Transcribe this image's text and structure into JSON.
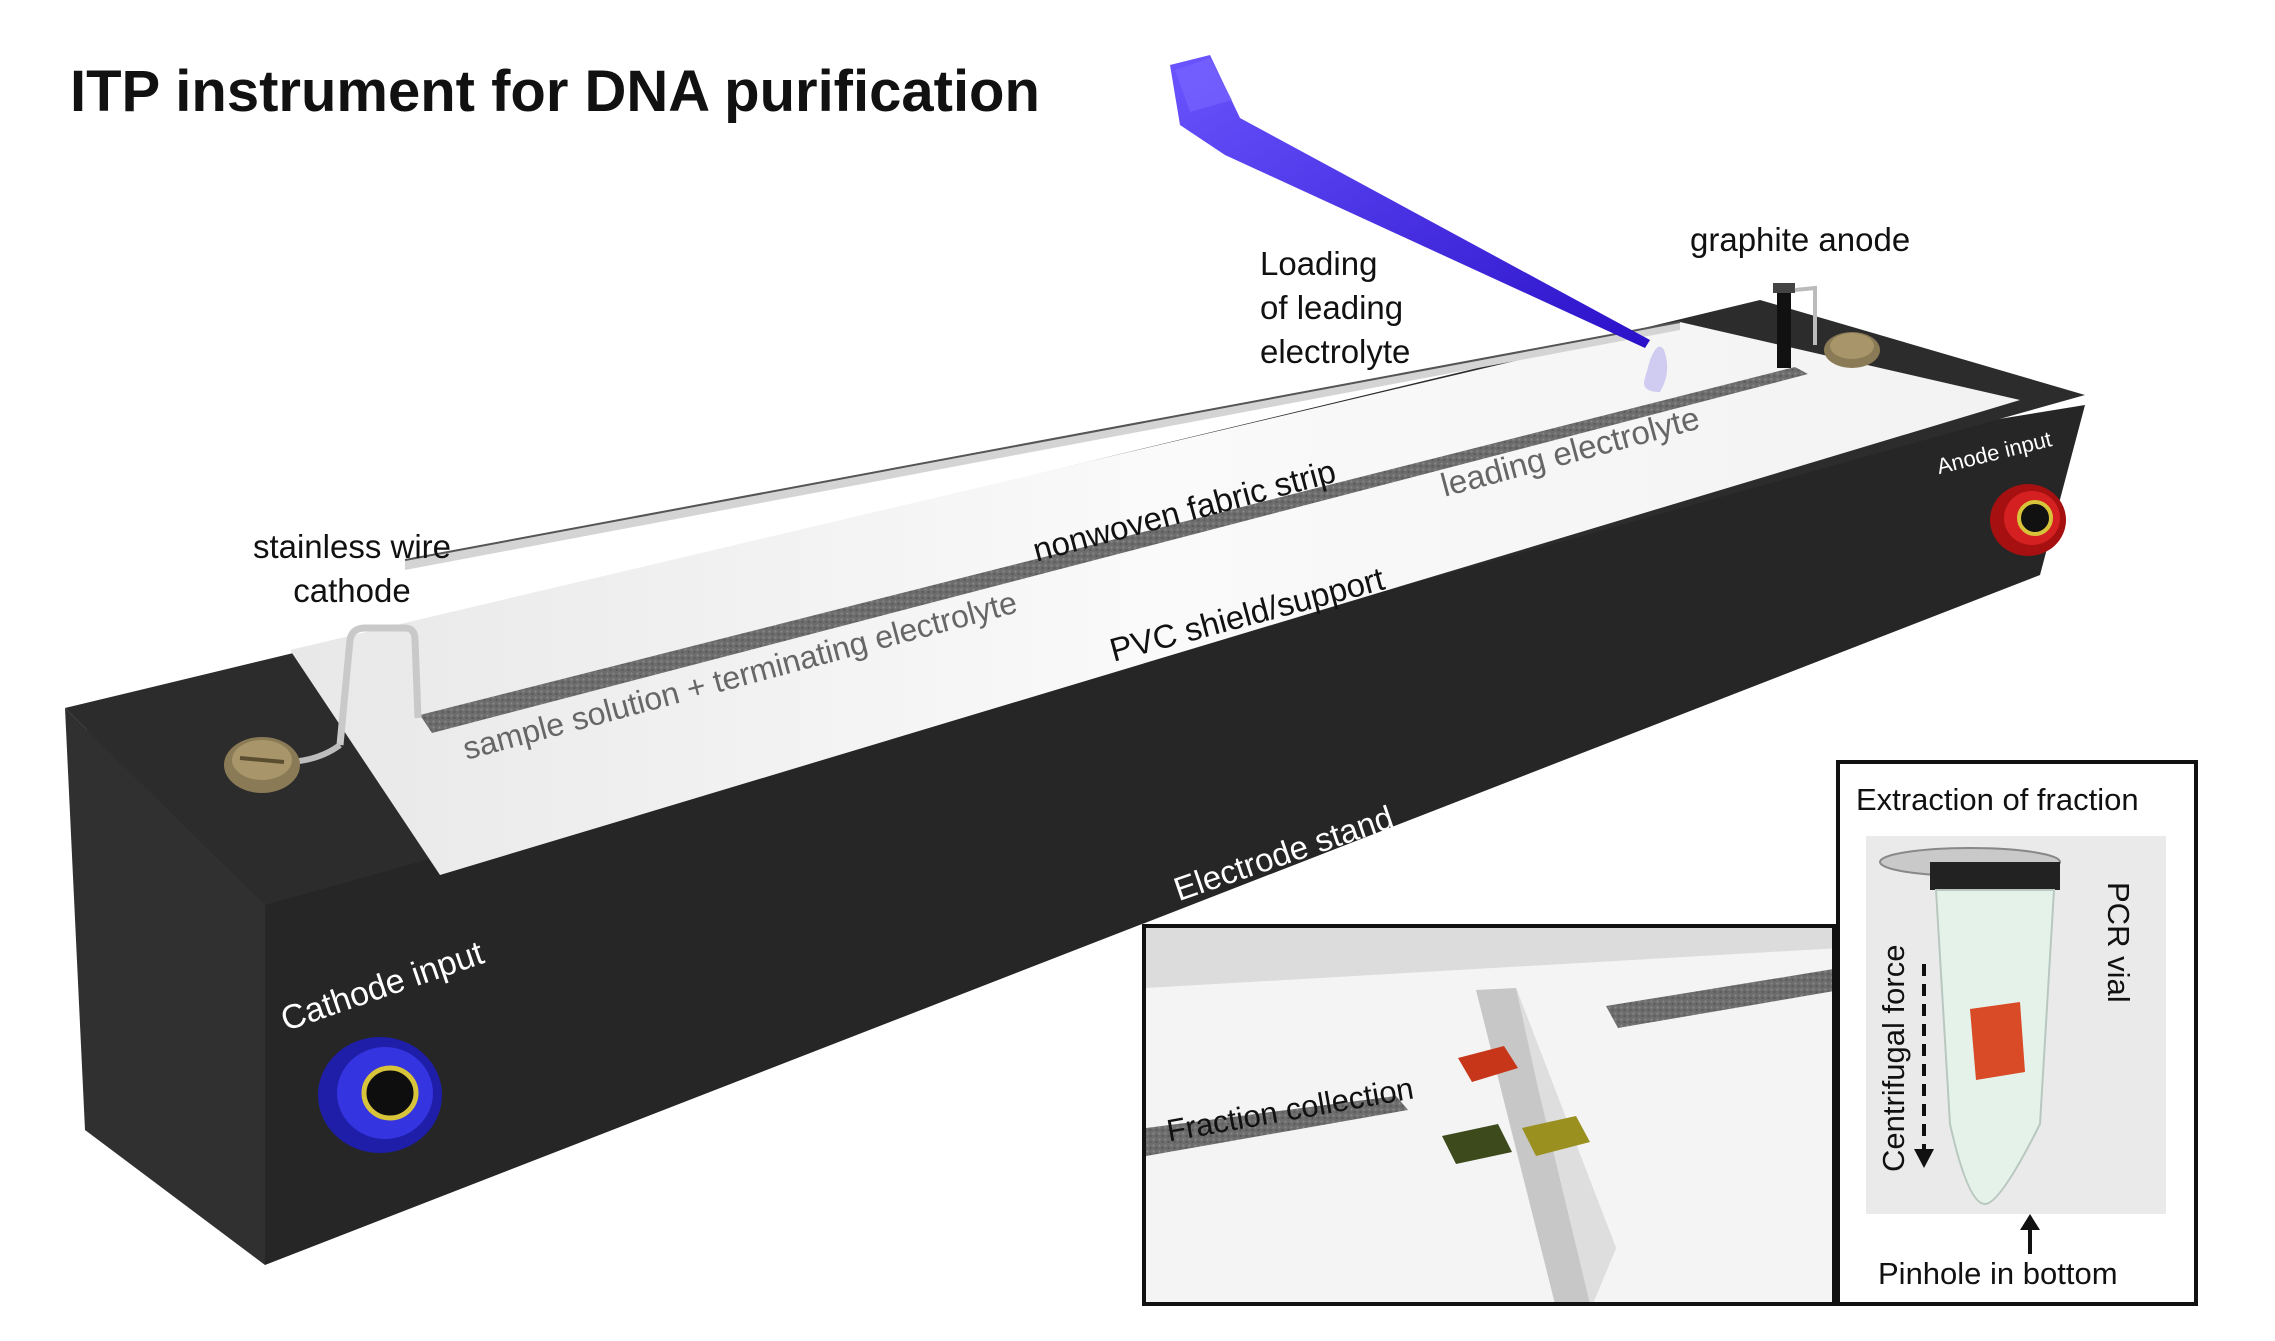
{
  "title": "ITP instrument for DNA purification",
  "labels": {
    "stainless_cathode_line1": "stainless wire",
    "stainless_cathode_line2": "cathode",
    "loading_line1": "Loading",
    "loading_line2": "of leading",
    "loading_line3": "electrolyte",
    "graphite_anode": "graphite anode",
    "anode_input": "Anode input",
    "cathode_input": "Cathode input",
    "nonwoven_strip": "nonwoven fabric strip",
    "leading_electrolyte": "leading electrolyte",
    "pvc_shield": "PVC shield/support",
    "sample_solution": "sample solution + terminating electrolyte",
    "electrode_stand": "Electrode stand"
  },
  "fraction_inset": {
    "label": "Fraction collection"
  },
  "extraction_inset": {
    "title": "Extraction of fraction",
    "pcr_vial": "PCR vial",
    "centrifugal_force": "Centrifugal force",
    "pinhole": "Pinhole in bottom"
  },
  "colors": {
    "stand": "#2a2a2a",
    "pipette": "#4b2ef0",
    "cathode_jack": "#2f2fd8",
    "anode_jack": "#c81a1a",
    "fabric": "#6b6b6b",
    "fraction_red": "#c8361a",
    "fraction_yellow": "#9a9020",
    "fraction_green": "#3d4a1c"
  }
}
